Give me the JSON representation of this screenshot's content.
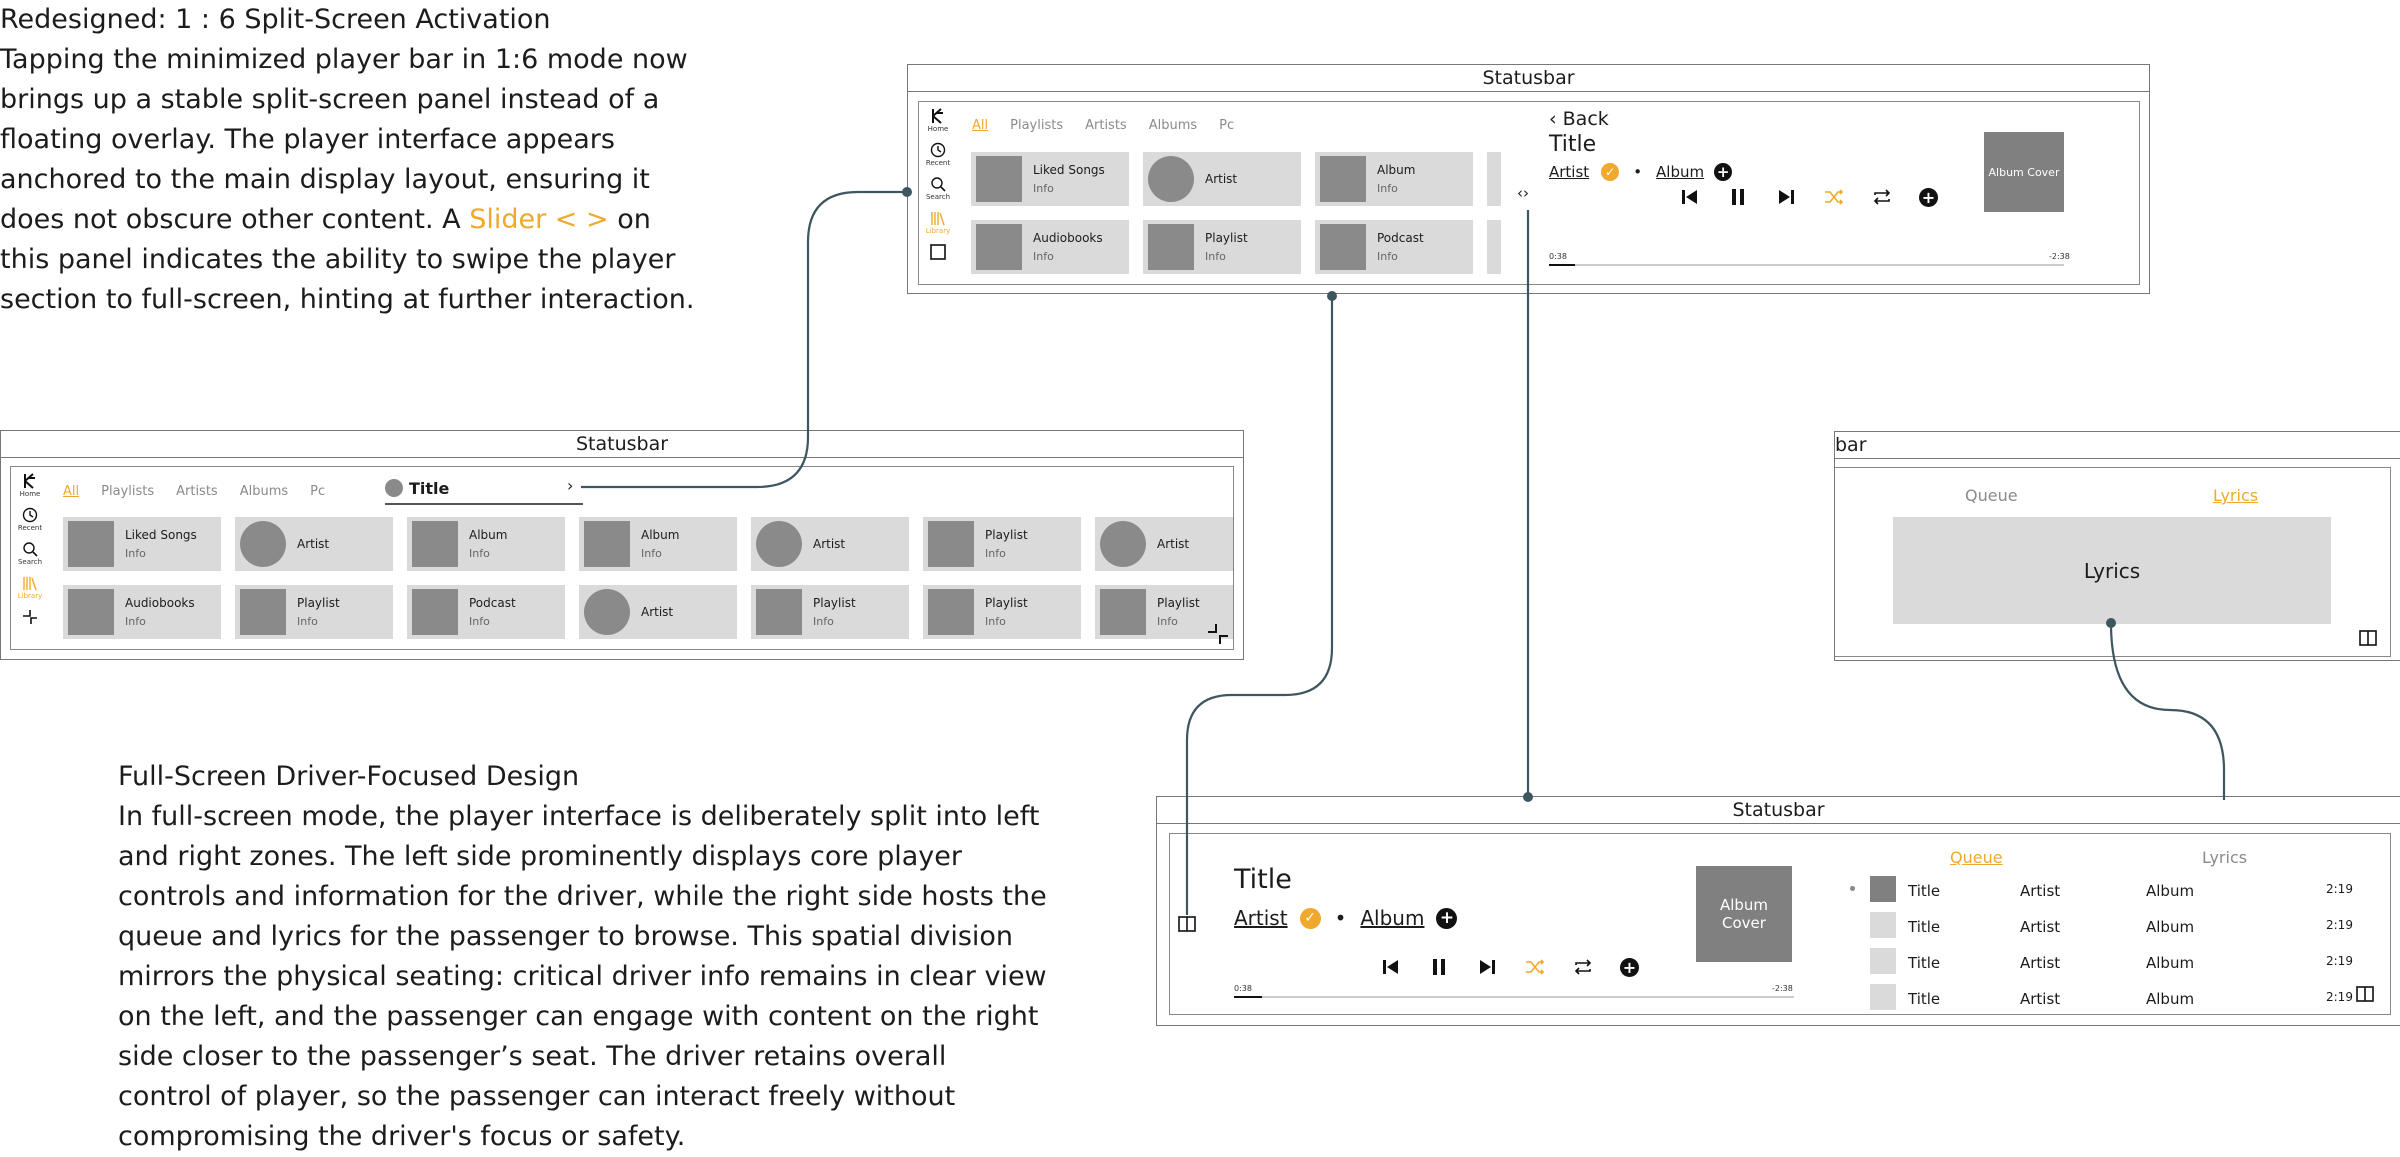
{
  "intro": {
    "heading": "Redesigned: 1 : 6 Split-Screen Activation",
    "p1": "Tapping the minimized player bar in 1:6 mode now brings up a stable split-screen panel instead of a floating overlay. The player interface appears anchored to the main display layout, ensuring it does not obscure other content. A",
    "slider": "Slider < >",
    "p2": "on this panel indicates the ability to swipe the player section to full-screen, hinting at further interaction."
  },
  "fullscreen_note": {
    "heading": "Full-Screen Driver-Focused Design",
    "body": "In full-screen mode, the player interface is deliberately split into left and right zones. The left side prominently displays core player controls and information for the driver, while the right side hosts the queue and lyrics for the passenger to browse. This spatial division mirrors the physical seating: critical driver info remains in clear view on the left, and the passenger can engage with content on the right side closer to the passenger’s seat. The driver retains overall control of player, so the passenger can interact freely without compromising the driver's focus or safety."
  },
  "statusbar": "Statusbar",
  "statusbar_cut": "bar",
  "rail": {
    "home": "Home",
    "recent": "Recent",
    "search": "Search",
    "library": "Library"
  },
  "tabs": {
    "all": "All",
    "playlists": "Playlists",
    "artists": "Artists",
    "albums": "Albums",
    "more": "Pc"
  },
  "mini_bar": {
    "title": "Title"
  },
  "tiles": {
    "liked": "Liked Songs",
    "info": "Info",
    "artist": "Artist",
    "album": "Album",
    "playlist": "Playlist",
    "audiobooks": "Audiobooks",
    "podcast": "Podcast"
  },
  "player": {
    "back": "Back",
    "title": "Title",
    "artist": "Artist",
    "dot": "•",
    "album": "Album",
    "cover": "Album Cover",
    "elapsed": "0:38",
    "remaining": "-2:38",
    "progress": 0.05,
    "accent": "#f0a92c"
  },
  "panel": {
    "queue": "Queue",
    "lyrics": "Lyrics",
    "lyrics_box": "Lyrics"
  },
  "queue_rows": [
    {
      "title": "Title",
      "artist": "Artist",
      "album": "Album",
      "time": "2:19",
      "active": true
    },
    {
      "title": "Title",
      "artist": "Artist",
      "album": "Album",
      "time": "2:19",
      "active": false
    },
    {
      "title": "Title",
      "artist": "Artist",
      "album": "Album",
      "time": "2:19",
      "active": false
    },
    {
      "title": "Title",
      "artist": "Artist",
      "album": "Album",
      "time": "2:19",
      "active": false
    }
  ]
}
